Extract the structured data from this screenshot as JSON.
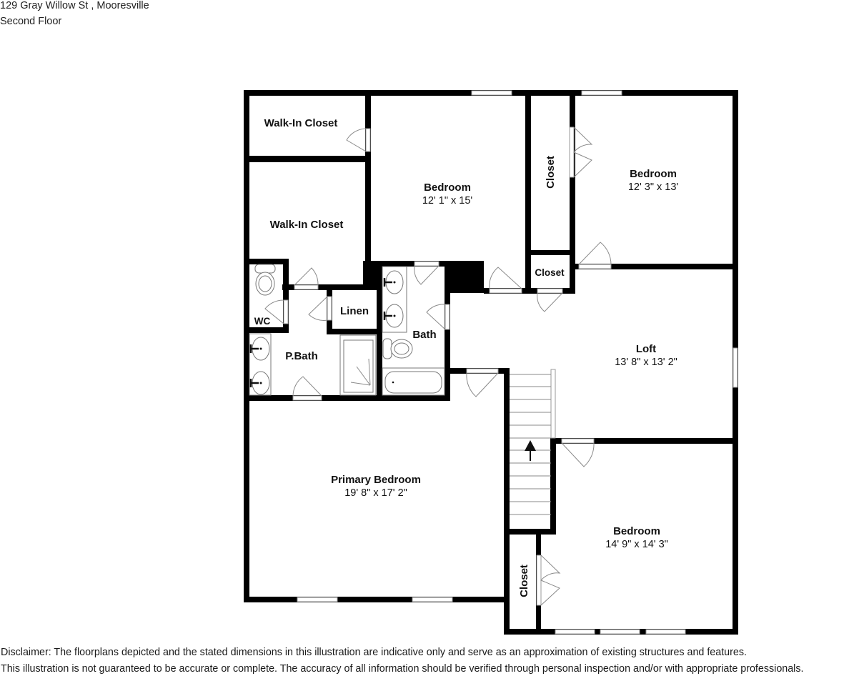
{
  "header": {
    "address": "129 Gray Willow St , Mooresville",
    "floor": "Second Floor"
  },
  "rooms": {
    "walk_in_closet_1": {
      "name": "Walk-In Closet"
    },
    "walk_in_closet_2": {
      "name": "Walk-In Closet"
    },
    "bedroom_2": {
      "name": "Bedroom",
      "dims": "12' 1\" x 15'"
    },
    "closet_tall": {
      "name": "Closet"
    },
    "bedroom_3": {
      "name": "Bedroom",
      "dims": "12' 3\" x 13'"
    },
    "closet_small": {
      "name": "Closet"
    },
    "wc": {
      "name": "WC"
    },
    "linen": {
      "name": "Linen"
    },
    "bath": {
      "name": "Bath"
    },
    "primary_bath": {
      "name": "P.Bath"
    },
    "loft": {
      "name": "Loft",
      "dims": "13' 8\" x 13' 2\""
    },
    "primary_bedroom": {
      "name": "Primary Bedroom",
      "dims": "19' 8\" x 17' 2\""
    },
    "bedroom_4": {
      "name": "Bedroom",
      "dims": "14' 9\" x 14' 3\""
    },
    "closet_lower": {
      "name": "Closet"
    }
  },
  "stairs": {
    "direction": "up",
    "icon": "arrow-up-icon"
  },
  "disclaimer": {
    "line1": "Disclaimer: The floorplans depicted and the stated dimensions in this illustration are indicative only and serve as an approximation of existing structures and features.",
    "line2": "This illustration is not guaranteed to be accurate or complete. The accuracy of all information should be verified through personal inspection and/or with appropriate professionals."
  },
  "colors": {
    "wall": "#000000",
    "background": "#ffffff",
    "fixture_line": "#8a8a8a"
  }
}
